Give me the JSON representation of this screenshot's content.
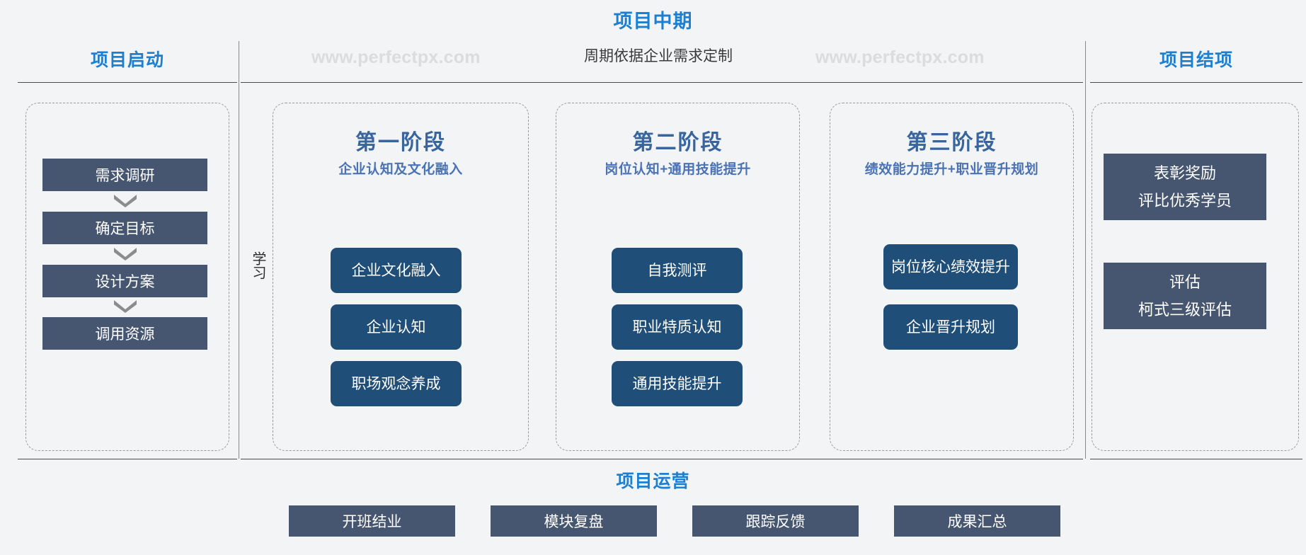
{
  "watermarks": [
    "www.perfectpx.com",
    "www.perfectpx.com"
  ],
  "header": {
    "middle_title": "项目中期",
    "middle_subtitle": "周期依据企业需求定制",
    "left_title": "项目启动",
    "right_title": "项目结项"
  },
  "left_column": {
    "steps": [
      "需求调研",
      "确定目标",
      "设计方案",
      "调用资源"
    ]
  },
  "middle": {
    "side_label": "学习",
    "phases": [
      {
        "title": "第一阶段",
        "subtitle": "企业认知及文化融入",
        "items": [
          "企业文化融入",
          "企业认知",
          "职场观念养成"
        ]
      },
      {
        "title": "第二阶段",
        "subtitle": "岗位认知+通用技能提升",
        "items": [
          "自我测评",
          "职业特质认知",
          "通用技能提升"
        ]
      },
      {
        "title": "第三阶段",
        "subtitle": "绩效能力提升+职业晋升规划",
        "items": [
          "岗位核心绩效提升",
          "企业晋升规划"
        ]
      }
    ]
  },
  "right_column": {
    "boxes": [
      {
        "line1": "表彰奖励",
        "line2": "评比优秀学员"
      },
      {
        "line1": "评估",
        "line2": "柯式三级评估"
      }
    ]
  },
  "operations": {
    "title": "项目运营",
    "items": [
      "开班结业",
      "模块复盘",
      "跟踪反馈",
      "成果汇总"
    ]
  },
  "colors": {
    "background": "#f2f4f6",
    "accent_blue": "#1d7fd0",
    "phase_title": "#39659e",
    "phase_sub": "#4a72b5",
    "pill": "#1f4e79",
    "slate": "#475670",
    "chevron": "#8c8c8c",
    "watermark": "#dcdcdc"
  }
}
